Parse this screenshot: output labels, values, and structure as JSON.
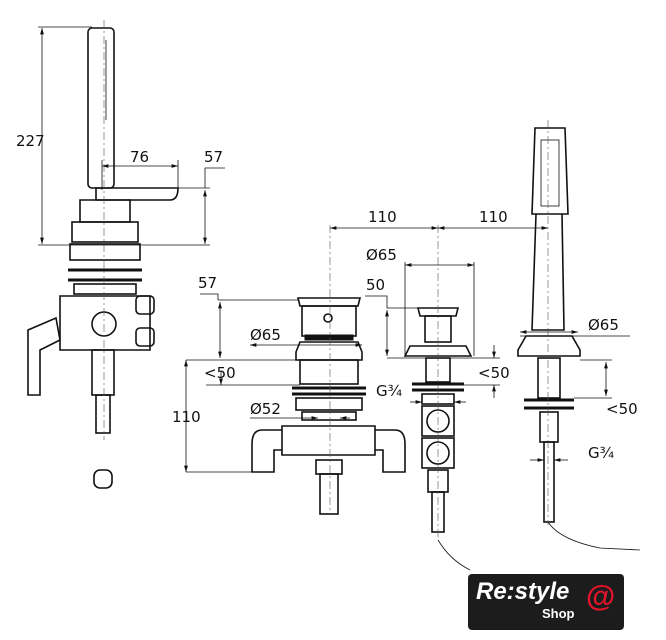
{
  "title": "Bath-shower mixer 4-hole installation dimension drawing",
  "dimensions": {
    "left_height": "227",
    "left_spout": "76",
    "left_spout_height": "57",
    "spacing_1": "110",
    "spacing_2": "110",
    "valve_diameter": "Ø65",
    "valve_height": "50",
    "mixer_height": "57",
    "mixer_diameter": "Ø65",
    "mixer_deck": "<50",
    "mixer_body_height": "110",
    "mixer_thread_diameter": "Ø52",
    "valve_thread": "G¾",
    "valve_deck": "<50",
    "shower_diameter": "Ø65",
    "shower_deck": "<50",
    "shower_thread": "G¾"
  },
  "logo": {
    "main": "Re:style",
    "sub": "Shop",
    "at": "@"
  },
  "colors": {
    "line": "#111111",
    "logo_bg": "#1c1c1c",
    "logo_accent": "#e0142a"
  }
}
